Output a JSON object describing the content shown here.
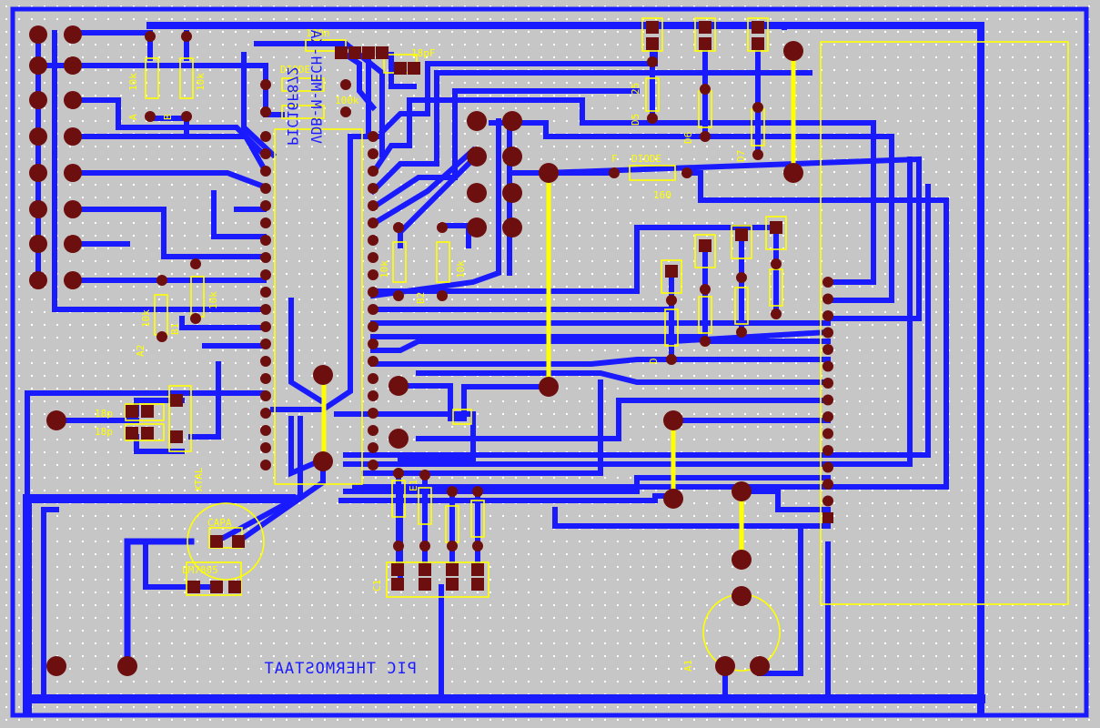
{
  "colors": {
    "board": "#c6c6c6",
    "copper": "#1a1aff",
    "pad": "#6e0f0f",
    "silkscreen": "#ffff00",
    "grid_dot": "#ffffff"
  },
  "board_title": "PIC THERMOSTAAT",
  "chip": {
    "name": "PIC16F872",
    "subtitle": "VDB-M-MECH-KAN"
  },
  "labels": {
    "resistor_10k": "10k",
    "resistor_100k": "100k",
    "diode": "DIODE",
    "cap_100n": "100n",
    "cap_18pf": "18pF",
    "cap_18p": "18p",
    "xtal": "XTAL",
    "capa": "CAPA",
    "regulator": "LM7805",
    "r_160": "160",
    "r_25": "25",
    "ref_a": "A",
    "ref_b": "B",
    "ref_a2": "A2",
    "ref_b1": "B1",
    "ref_b2": "B2",
    "ref_d5": "D5",
    "ref_d6": "D6",
    "ref_d7": "D7",
    "ref_a1": "A1",
    "ref_c1": "C1",
    "ref_f": "F",
    "ref_e1": "E1",
    "ref_d": "D"
  }
}
